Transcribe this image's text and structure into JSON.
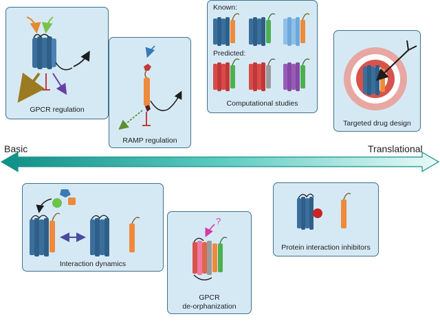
{
  "panels": {
    "gpcr_regulation": "GPCR regulation",
    "ramp_regulation": "RAMP regulation",
    "computational_studies": "Computational studies",
    "known": "Known:",
    "predicted": "Predicted:",
    "targeted_drug_design": "Targeted drug design",
    "interaction_dynamics": "Interaction dynamics",
    "gpcr_deorphanization_line1": "GPCR",
    "gpcr_deorphanization_line2": "de-orphanization",
    "protein_interaction_inhibitors": "Protein interaction inhibitors",
    "question_mark": "?"
  },
  "axis": {
    "left_label": "Basic",
    "right_label": "Translational"
  },
  "colors": {
    "panel_bg": "#d5e9f5",
    "panel_border": "#3f6f88",
    "gpcr_blue": "#3a6f9c",
    "ramp_orange": "#ee8a3a",
    "arrow_teal": "#1aa39a"
  }
}
